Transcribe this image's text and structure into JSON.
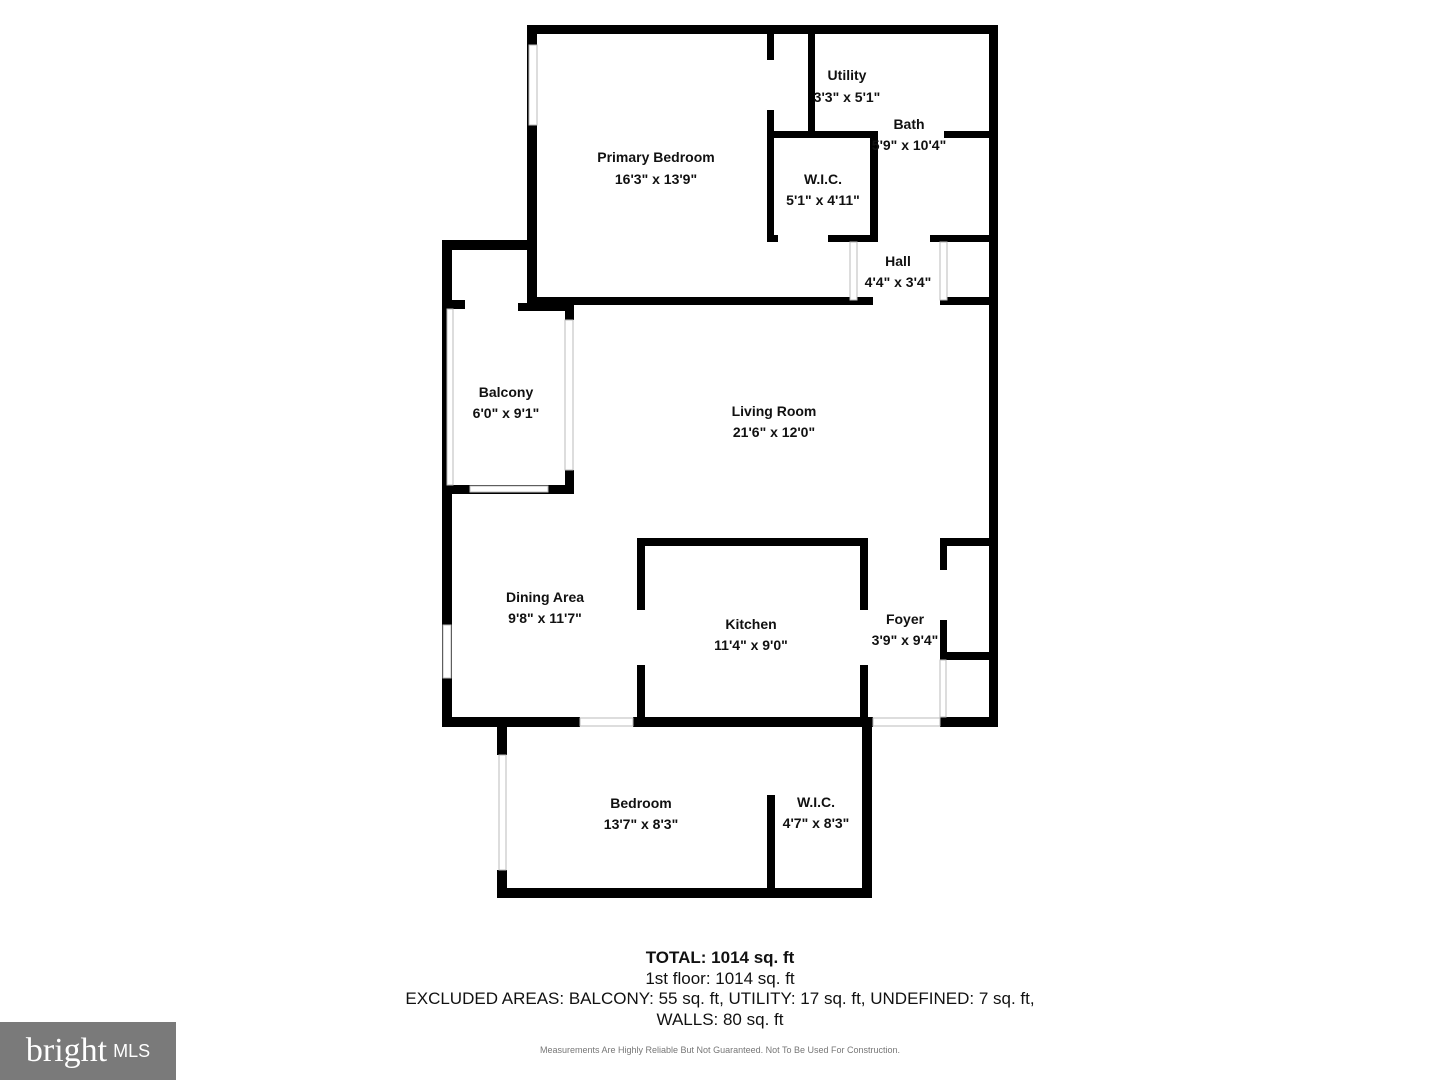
{
  "rooms": {
    "primary_bedroom": {
      "name": "Primary Bedroom",
      "dims": "16'3\" x 13'9\""
    },
    "utility": {
      "name": "Utility",
      "dims": "3'3\" x 5'1\""
    },
    "bath": {
      "name": "Bath",
      "dims": "5'9\" x 10'4\""
    },
    "wic_top": {
      "name": "W.I.C.",
      "dims": "5'1\" x 4'11\""
    },
    "hall": {
      "name": "Hall",
      "dims": "4'4\" x 3'4\""
    },
    "balcony": {
      "name": "Balcony",
      "dims": "6'0\" x 9'1\""
    },
    "living_room": {
      "name": "Living Room",
      "dims": "21'6\" x 12'0\""
    },
    "dining_area": {
      "name": "Dining Area",
      "dims": "9'8\" x 11'7\""
    },
    "kitchen": {
      "name": "Kitchen",
      "dims": "11'4\" x 9'0\""
    },
    "foyer": {
      "name": "Foyer",
      "dims": "3'9\" x 9'4\""
    },
    "bedroom": {
      "name": "Bedroom",
      "dims": "13'7\" x 8'3\""
    },
    "wic_bottom": {
      "name": "W.I.C.",
      "dims": "4'7\" x 8'3\""
    }
  },
  "summary": {
    "total": "TOTAL: 1014 sq. ft",
    "floor": "1st floor: 1014 sq. ft",
    "excluded": "EXCLUDED AREAS: BALCONY: 55 sq. ft, UTILITY: 17 sq. ft, UNDEFINED: 7 sq. ft,",
    "walls": "WALLS: 80 sq. ft",
    "disclaimer": "Measurements Are Highly Reliable But Not Guaranteed. Not To Be Used For Construction."
  },
  "logo": {
    "brand": "bright",
    "suffix": "MLS"
  },
  "colors": {
    "wall": "#000000",
    "logo_bg": "#7a7a7a"
  }
}
